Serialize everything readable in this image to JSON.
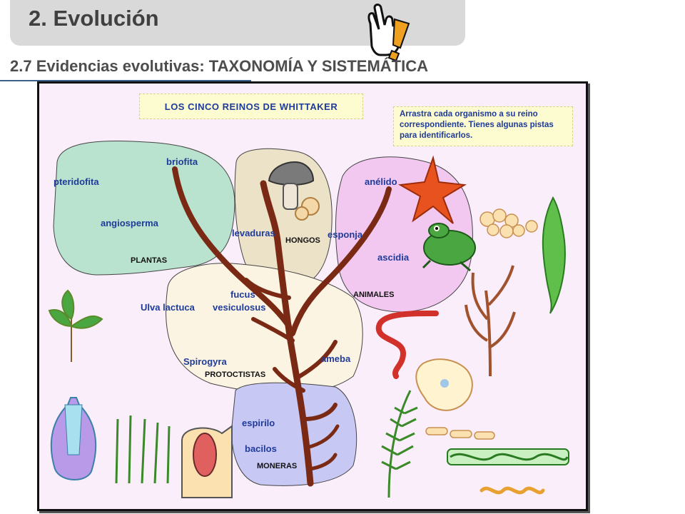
{
  "header": {
    "title": "2. Evolución"
  },
  "subtitle": "2.7 Evidencias evolutivas: TAXONOMÍA Y SISTEMÁTICA",
  "activity": {
    "title": "LOS CINCO REINOS  DE  WHITTAKER",
    "instructions": "Arrastra cada organismo a su reino correspondiente.  Tienes algunas pistas para identificarlos."
  },
  "kingdoms": {
    "plantas": "PLANTAS",
    "hongos": "HONGOS",
    "animales": "ANIMALES",
    "protoctistas": "PROTOCTISTAS",
    "moneras": "MONERAS"
  },
  "labels": {
    "briofita": "briofita",
    "pteridofita": "pteridofita",
    "angiosperma": "angiosperma",
    "levaduras": "levaduras",
    "anelido": "anélido",
    "esponja": "esponja",
    "ascidia": "ascidia",
    "fucus": "fucus",
    "vesiculosus": "vesiculosus",
    "ulva": "Ulva lactuca",
    "spirogyra": "Spirogyra",
    "ameba": "ameba",
    "espirilo": "espirilo",
    "bacilos": "bacilos"
  },
  "colors": {
    "plantas": "#b9e3cf",
    "hongos": "#ece2c8",
    "animales": "#f2c8f0",
    "protoctistas": "#fbf4e3",
    "moneras": "#c8c8f4",
    "trunk": "#7a2a14",
    "canvas": "#fbeefb"
  }
}
